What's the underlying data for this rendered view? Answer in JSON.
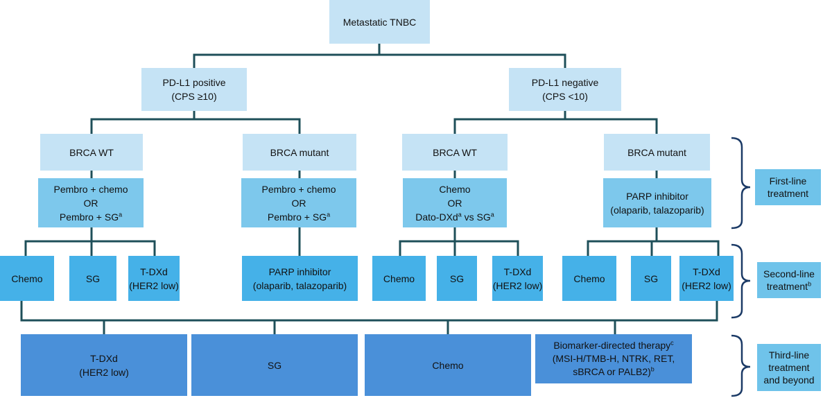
{
  "root": {
    "label": "Metastatic TNBC"
  },
  "pdl1": [
    {
      "label": "PD-L1 positive",
      "sub": "(CPS ≥10)"
    },
    {
      "label": "PD-L1 negative",
      "sub": "(CPS <10)"
    }
  ],
  "brca": [
    {
      "label": "BRCA WT"
    },
    {
      "label": "BRCA mutant"
    },
    {
      "label": "BRCA WT"
    },
    {
      "label": "BRCA mutant"
    }
  ],
  "first_line": [
    {
      "line1": "Pembro + chemo",
      "line2": "OR",
      "line3": "Pembro + SG",
      "line3_sup": "a"
    },
    {
      "line1": "Pembro + chemo",
      "line2": "OR",
      "line3": "Pembro + SG",
      "line3_sup": "a"
    },
    {
      "line1": "Chemo",
      "line2": "OR",
      "line3a": "Dato-DXd",
      "line3a_sup": "a",
      "line3b": " vs SG",
      "line3b_sup": "a"
    },
    {
      "line1": "PARP inhibitor",
      "line2": "(olaparib, talazoparib)"
    }
  ],
  "second_line": [
    {
      "label": "Chemo"
    },
    {
      "label": "SG"
    },
    {
      "label": "T-DXd",
      "sub": "(HER2 low)"
    },
    {
      "label": "PARP inhibitor",
      "sub": "(olaparib, talazoparib)"
    },
    {
      "label": "Chemo"
    },
    {
      "label": "SG"
    },
    {
      "label": "T-DXd",
      "sub": "(HER2 low)"
    },
    {
      "label": "Chemo"
    },
    {
      "label": "SG"
    },
    {
      "label": "T-DXd",
      "sub": "(HER2 low)"
    }
  ],
  "third_line": [
    {
      "label": "T-DXd",
      "sub": "(HER2 low)"
    },
    {
      "label": "SG"
    },
    {
      "label": "Chemo"
    },
    {
      "label": "Biomarker-directed therapy",
      "label_sup": "c",
      "sub1": "(MSI-H/TMB-H, NTRK, RET,",
      "sub2": "sBRCA or PALB2)",
      "sub2_sup": "b"
    }
  ],
  "side_labels": {
    "first": {
      "line1": "First-line",
      "line2": "treatment"
    },
    "second": {
      "line1": "Second-line",
      "line2": "treatment",
      "line2_sup": "b"
    },
    "third": {
      "line1": "Third-line",
      "line2": "treatment",
      "line3": "and beyond"
    }
  },
  "colors": {
    "connector": "#1e4f59",
    "bracket": "#1b3a66",
    "level_a": "#c5e3f5",
    "level_b": "#7dc8ec",
    "level_c": "#45b1e8",
    "level_d": "#4a90d9"
  }
}
